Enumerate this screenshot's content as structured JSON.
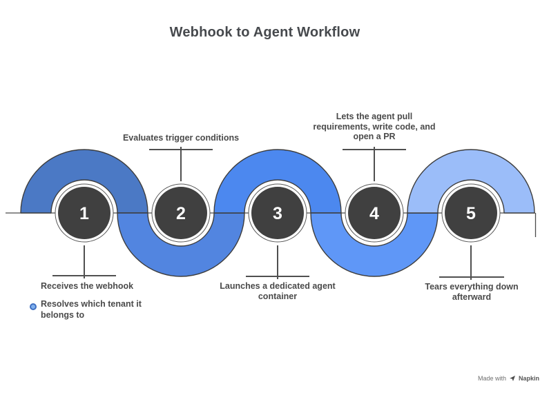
{
  "title": "Webhook to Agent Workflow",
  "steps": [
    {
      "number": "1",
      "label": "Receives the webhook",
      "bullet": "Resolves which tenant it belongs to",
      "label_position": "below"
    },
    {
      "number": "2",
      "label": "Evaluates trigger conditions",
      "label_position": "above"
    },
    {
      "number": "3",
      "label": "Launches a dedicated agent container",
      "label_position": "below"
    },
    {
      "number": "4",
      "label": "Lets the agent pull requirements, write code, and open a PR",
      "label_position": "above"
    },
    {
      "number": "5",
      "label": "Tears everything down afterward",
      "label_position": "below"
    }
  ],
  "footer": {
    "made_with": "Made with",
    "brand": "Napkin"
  },
  "colors": {
    "arcs": [
      "#4b79c5",
      "#5285e0",
      "#4c88ef",
      "#5f97f7",
      "#9bbdf9"
    ],
    "circle_fill": "#404040",
    "outline": "#3d3d3d",
    "connector": "#4f4f4f",
    "title_text": "#46494d",
    "label_text": "#4a4a4a",
    "bullet_ring": "#3f6fc1",
    "bullet_fill": "#7fb0ee"
  }
}
